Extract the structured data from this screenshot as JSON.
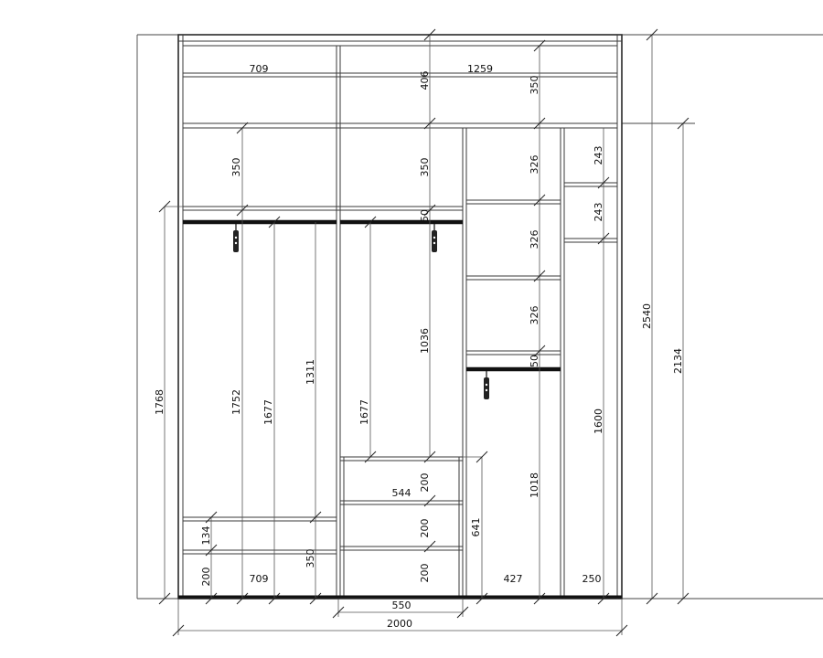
{
  "dims": {
    "top_left_width": "709",
    "top_mid_height": "406",
    "top_right_width": "1259",
    "top_right_height": "350",
    "left_shelf_height": "350",
    "mid_shelf_height": "350",
    "right_shelf1": "326",
    "right_shelf2": "326",
    "right_shelf3": "326",
    "far_right1": "243",
    "far_right2": "243",
    "rod_gap_mid": "50",
    "rod_gap_right": "50",
    "left_total_height": "1768",
    "left_hang_1752": "1752",
    "left_hang_1677": "1677",
    "left_hang_1311": "1311",
    "mid_hang_1677": "1677",
    "mid_hang_1036": "1036",
    "drawer1": "200",
    "drawer2": "200",
    "drawer3": "200",
    "drawer_block_width": "544",
    "drawer_block_height": "641",
    "right_hang_1018": "1018",
    "far_right_1600": "1600",
    "left_bottom_134": "134",
    "left_bottom_200": "200",
    "left_bottom_width": "709",
    "left_bottom_350": "350",
    "right_bottom_width": "427",
    "far_right_bottom_width": "250",
    "base_width_550": "550",
    "overall_width": "2000",
    "overall_height": "2540",
    "height_2134": "2134"
  }
}
